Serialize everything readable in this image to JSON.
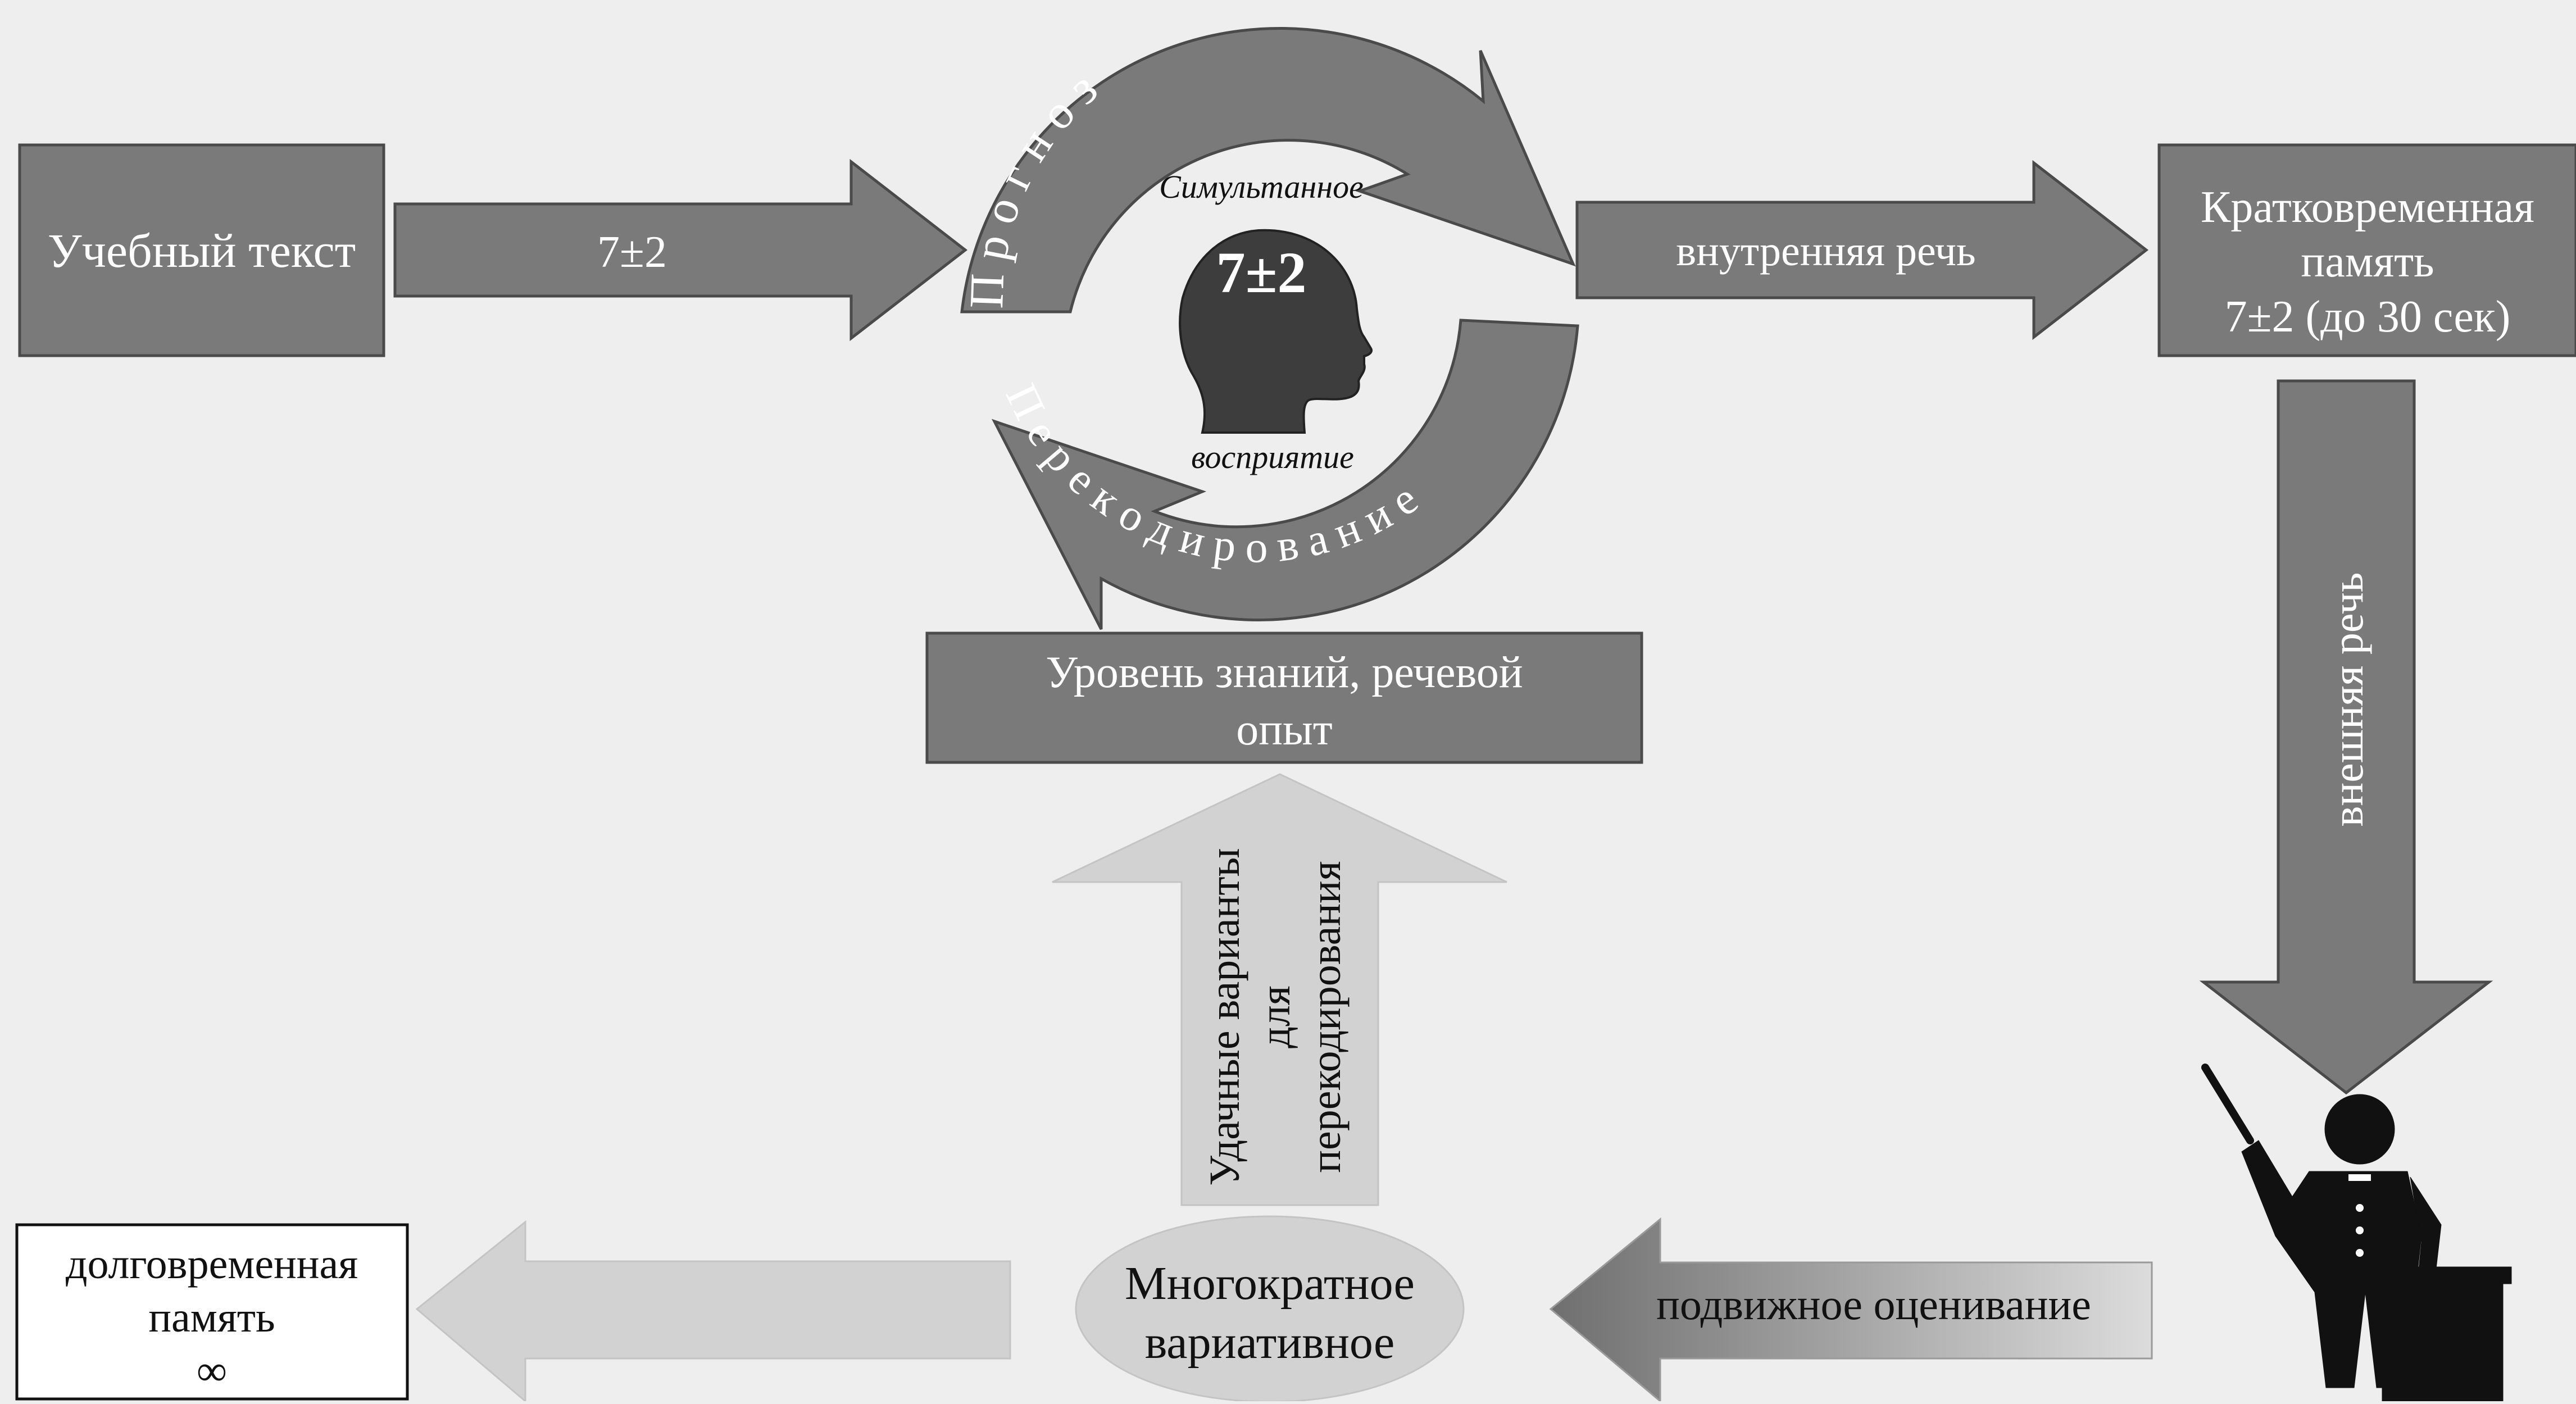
{
  "colors": {
    "background": "#eeeeee",
    "box_dark": "#7a7a7a",
    "box_border": "#4a4a4a",
    "arrow_light": "#d2d2d2",
    "head": "#3d3d3d",
    "text_light": "#ffffff",
    "text_dark": "#111111"
  },
  "nodes": {
    "textbook": {
      "label": "Учебный текст"
    },
    "input_arrow": {
      "label": "7±2"
    },
    "inner_speech_arrow": {
      "label": "внутренняя речь"
    },
    "short_term_memory": {
      "lines": [
        "Кратковременная",
        "память",
        "7±2 (до 30 сек)"
      ]
    },
    "outer_speech_arrow": {
      "label": "внешняя речь"
    },
    "knowledge_level": {
      "lines": [
        "Уровень знаний, речевой",
        "опыт"
      ]
    },
    "successful_variants_arrow": {
      "lines": [
        "Удачные варианты",
        "для",
        "перекодирования"
      ]
    },
    "repeated_variative": {
      "lines": [
        "Многократное",
        "вариативное"
      ]
    },
    "mobile_assessment_arrow": {
      "label": "подвижное оценивание"
    },
    "long_term_memory": {
      "lines": [
        "долговременная",
        "память",
        "∞"
      ]
    }
  },
  "cycle": {
    "forecast": "П р о г н о з",
    "recoding": "П е р е к о д и р о в а н и е",
    "simultaneous": "Симультанное",
    "perception": "восприятие",
    "head_label": "7±2"
  }
}
